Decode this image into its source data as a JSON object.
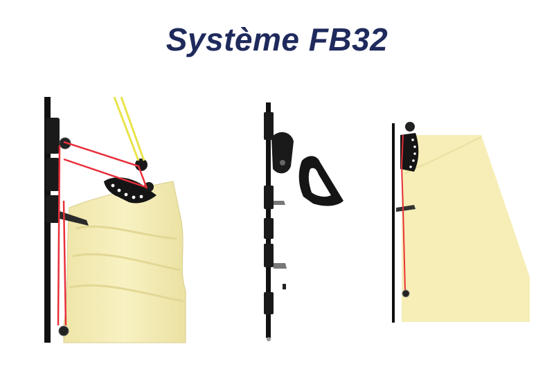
{
  "title": "Système FB32",
  "colors": {
    "title": "#1f2a5c",
    "sail": "#f6eeb6",
    "sail_shade": "#e6dc9e",
    "mast": "#111111",
    "hardware": "#1a1a1a",
    "control_line": "#e8303a",
    "halyard": "#e9e34a"
  },
  "panels": [
    {
      "name": "assembled-detail-view"
    },
    {
      "name": "exploded-parts-view"
    },
    {
      "name": "full-sail-view"
    }
  ]
}
